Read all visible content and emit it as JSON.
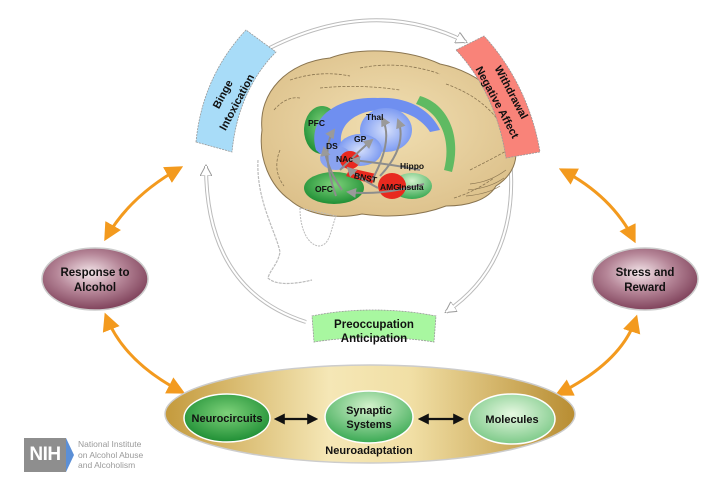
{
  "stages": {
    "binge": {
      "line1": "Binge",
      "line2": "Intoxication",
      "color": "#a8dcf8"
    },
    "withdrawal": {
      "line1": "Withdrawal",
      "line2": "Negative Affect",
      "color": "#f98379"
    },
    "preoccupation": {
      "line1": "Preoccupation",
      "line2": "Anticipation",
      "color": "#a8f7a0"
    }
  },
  "brain_regions": {
    "pfc": "PFC",
    "ds": "DS",
    "thal": "Thal",
    "gp": "GP",
    "nac": "NAc",
    "bnst": "BNST",
    "hippo": "Hippo",
    "ofc": "OFC",
    "amg": "AMG",
    "insula": "Insula"
  },
  "side_nodes": {
    "response": {
      "line1": "Response to",
      "line2": "Alcohol"
    },
    "stress": {
      "line1": "Stress and",
      "line2": "Reward"
    }
  },
  "neuroadaptation": {
    "title": "Neuroadaptation",
    "neurocircuits": "Neurocircuits",
    "synaptic_line1": "Synaptic",
    "synaptic_line2": "Systems",
    "molecules": "Molecules"
  },
  "logo": {
    "mark": "NIH",
    "line1": "National Institute",
    "line2": "on Alcohol Abuse",
    "line3": "and Alcoholism"
  },
  "colors": {
    "arrow_orange": "#f39a1e",
    "brain_tan": "#e8d2a0",
    "limbic_green": "#3fa64a",
    "striatum_blue": "#6f8ff0",
    "red_nuclei": "#e8291f",
    "side_node_maroon": "#8d4b63",
    "gold_band": "#c9a748"
  }
}
